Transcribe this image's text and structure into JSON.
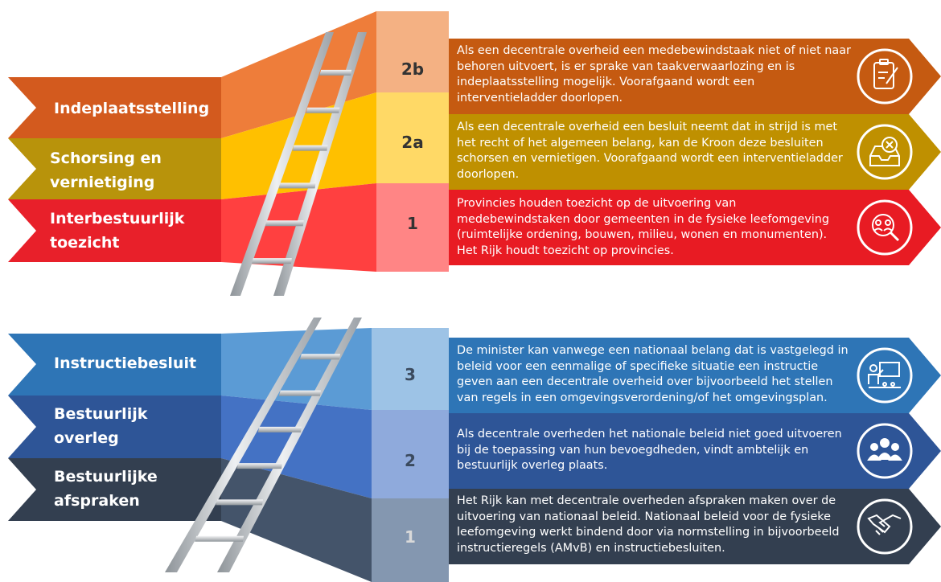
{
  "colors": {
    "indeplaatsstelling": "#D35A1E",
    "schorsing": "#B8930B",
    "interbestuurlijk": "#E8202A",
    "instructiebesluit": "#2E75B6",
    "overleg": "#2E5597",
    "afspraken": "#333F50"
  },
  "top": {
    "labels": [
      {
        "text": "Indeplaatsstelling"
      },
      {
        "text": "Schorsing en\nvernietiging"
      },
      {
        "text": "Interbestuurlijk\ntoezicht"
      }
    ],
    "levels": [
      {
        "num": "2b",
        "icon": "clipboard-edit-icon",
        "text": "Als een decentrale overheid een medebewindstaak niet of niet naar behoren uitvoert, is er sprake van taakverwaarlozing en is indeplaatsstelling mogelijk. Voorafgaand wordt een interventieladder doorlopen."
      },
      {
        "num": "2a",
        "icon": "cancel-tray-icon",
        "text": "Als een decentrale overheid een besluit neemt dat in strijd is met het recht of het algemeen belang, kan de Kroon deze besluiten schorsen en vernietigen. Voorafgaand wordt een interventieladder doorlopen."
      },
      {
        "num": "1",
        "icon": "people-search-icon",
        "text": "Provincies houden toezicht op de uitvoering van medebewindstaken door gemeenten in de fysieke leefomgeving (ruimtelijke ordening, bouwen, milieu, wonen en monumenten). Het Rijk houdt toezicht op provincies."
      }
    ]
  },
  "bottom": {
    "labels": [
      {
        "text": "Instructiebesluit"
      },
      {
        "text": "Bestuurlijk\noverleg"
      },
      {
        "text": "Bestuurlijke\nafspraken"
      }
    ],
    "levels": [
      {
        "num": "3",
        "icon": "presenter-board-icon",
        "text": "De minister kan vanwege een nationaal belang dat is vastgelegd in beleid voor een eenmalige of specifieke situatie een instructie geven aan een decentrale overheid over bijvoorbeeld het stellen van regels in een omgevingsverordening/of het omgevingsplan."
      },
      {
        "num": "2",
        "icon": "group-meeting-icon",
        "text": "Als decentrale overheden het nationale beleid niet goed uitvoeren bij de toepassing van hun bevoegdheden, vindt ambtelijk en bestuurlijk overleg plaats."
      },
      {
        "num": "1",
        "icon": "handshake-icon",
        "text": "Het Rijk kan met decentrale overheden afspraken maken over de uitvoering van nationaal beleid. Nationaal beleid voor de fysieke leefomgeving werkt bindend door via normstelling in bijvoorbeeld instructieregels (AMvB) en instructiebesluiten."
      }
    ]
  }
}
